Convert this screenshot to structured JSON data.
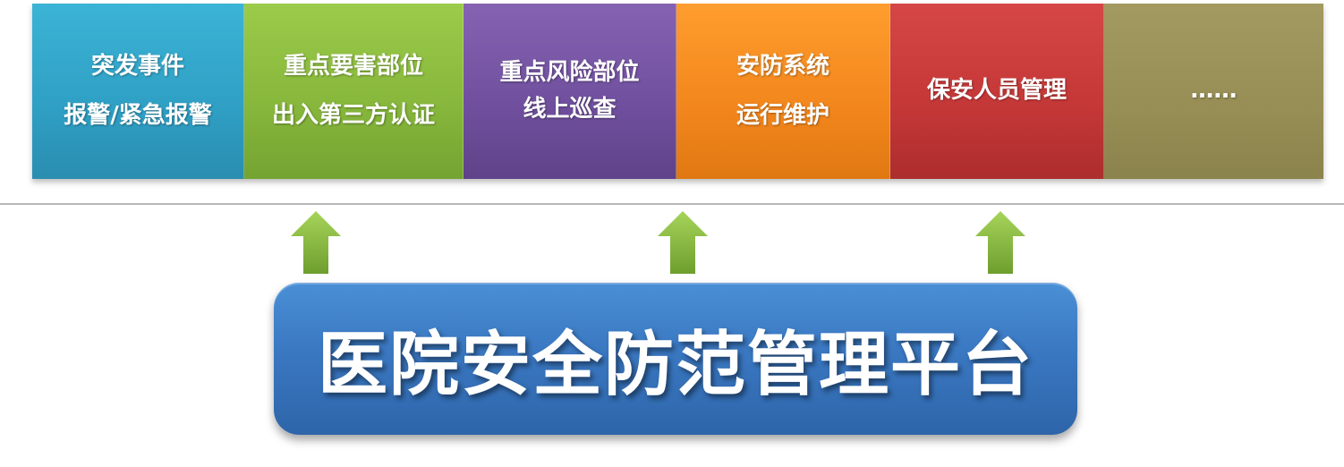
{
  "modules": [
    {
      "lines": [
        "突发事件",
        "报警/紧急报警"
      ],
      "color": "#2f9fc4"
    },
    {
      "lines": [
        "重点要害部位",
        "出入第三方认证"
      ],
      "color": "#86b63b"
    },
    {
      "lines": [
        "重点风险部位",
        "线上巡查"
      ],
      "color": "#6f4f9d"
    },
    {
      "lines": [
        "安防系统",
        "运行维护"
      ],
      "color": "#f2861c"
    },
    {
      "lines": [
        "保安人员管理"
      ],
      "color": "#c43737"
    },
    {
      "lines": [
        "……"
      ],
      "color": "#978e55"
    }
  ],
  "platform": {
    "title": "医院安全防范管理平台",
    "color": "#3a78c2"
  },
  "arrow_color": "#8bc043",
  "arrow_count": 3
}
